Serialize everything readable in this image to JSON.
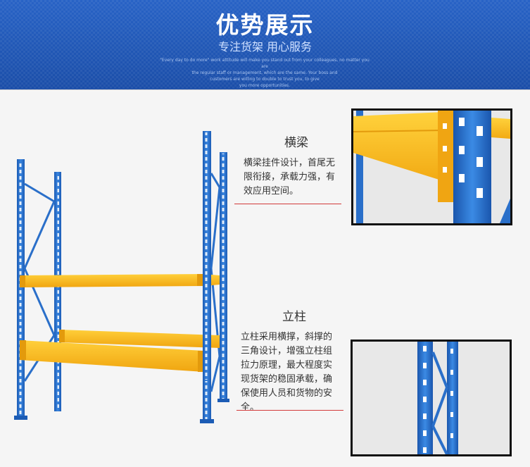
{
  "banner": {
    "title": "优势展示",
    "subtitle": "专注货架 用心服务",
    "english_lines": [
      "\"Every day to do more\" work attitude will make you stand out from your colleagues, no matter you are",
      "the regular staff or management, which are the same. Your boss and",
      "customers are willing to double to trust you, to give",
      "you more opportunities."
    ]
  },
  "features": [
    {
      "heading": "横梁",
      "description_lines": [
        "横梁挂件设计，首尾无",
        "限衔接，承载力强，有",
        "效应用空间。"
      ]
    },
    {
      "heading": "立柱",
      "description_lines": [
        "立柱采用横撑，斜撑的",
        "三角设计，增强立柱组",
        "拉力原理，最大程度实",
        "现货架的稳固承载，确",
        "保使用人员和货物的安",
        "全。"
      ]
    }
  ],
  "colors": {
    "banner_blue": "#1f55b4",
    "rack_blue": "#2a6fc9",
    "beam_yellow": "#f5b21c",
    "divider_red": "#d23a3a"
  }
}
